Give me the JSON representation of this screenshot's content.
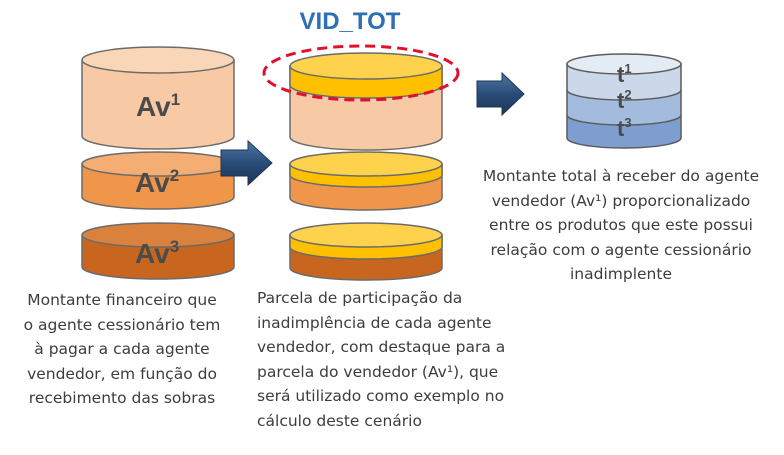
{
  "title": "VID_TOT",
  "cylinders_left": [
    {
      "base": "Av",
      "sup": "1"
    },
    {
      "base": "Av",
      "sup": "2"
    },
    {
      "base": "Av",
      "sup": "3"
    }
  ],
  "cylinder_right": [
    {
      "base": "t",
      "sup": "1"
    },
    {
      "base": "t",
      "sup": "2"
    },
    {
      "base": "t",
      "sup": "3"
    }
  ],
  "captions": {
    "left": [
      "Montante financeiro que",
      "o agente cessionário tem",
      "à pagar a cada agente",
      "vendedor, em função do",
      "recebimento das sobras"
    ],
    "middle": [
      "Parcela de participação da",
      "inadimplência de cada agente",
      "vendedor, com destaque para a",
      "parcela do vendedor (Av¹), que",
      "será utilizado como exemplo no",
      "cálculo deste cenário"
    ],
    "right": [
      "Montante total à receber do agente",
      "vendedor (Av¹) proporcionalizado",
      "entre os produtos que este possui",
      "relação com o agente cessionário",
      "inadimplente"
    ]
  },
  "colors": {
    "av1": "#f7c9a4",
    "av2": "#f0964a",
    "av3": "#c8661f",
    "highlight": "#ffc000",
    "dash": "#e0102e",
    "arrow": "#26466d",
    "t1": "#cbd8ea",
    "t2": "#a3bcdd",
    "t3": "#7d9ecf"
  }
}
